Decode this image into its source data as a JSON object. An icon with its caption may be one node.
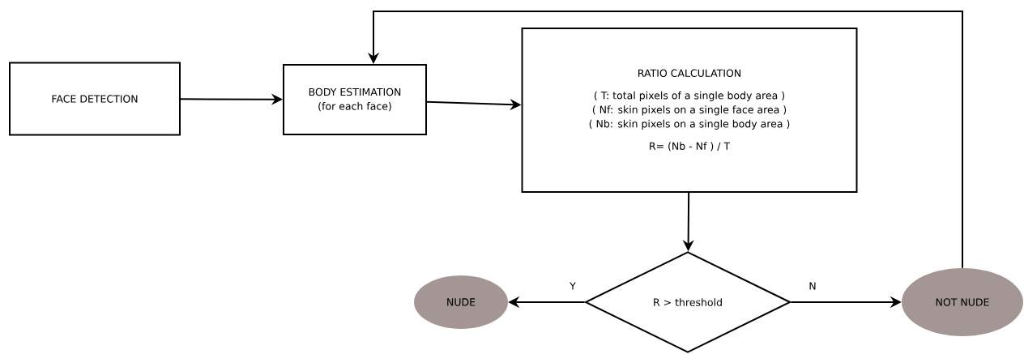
{
  "diagram": {
    "nodes": [
      {
        "text": [
          "FACE DETECTION"
        ]
      },
      {
        "text": [
          "BODY ESTIMATION",
          "(for each face)"
        ]
      },
      {
        "text": [
          "RATIO CALCULATION",
          "( T: total pixels of a single body area )",
          "( Nf: skin pixels on a single face area )",
          "( Nb: skin pixels on a single body area )",
          "R= (Nb - Nf ) / T"
        ]
      },
      {
        "text": [
          "R > threshold"
        ]
      },
      {
        "text": [
          "NUDE"
        ]
      },
      {
        "text": [
          "NOT NUDE"
        ]
      }
    ],
    "edges": [
      {
        "from": 0,
        "to": 1,
        "arrow": "to"
      },
      {
        "from": 1,
        "to": 2,
        "arrow": "to"
      },
      {
        "from": 2,
        "to": 3,
        "arrow": "to"
      },
      {
        "from": 3,
        "to": 4,
        "arrow": "to",
        "label": "Y"
      },
      {
        "from": 3,
        "to": 5,
        "arrow": "to",
        "label": "N"
      },
      {
        "from": 5,
        "to": 1,
        "arrow": "to"
      }
    ]
  }
}
